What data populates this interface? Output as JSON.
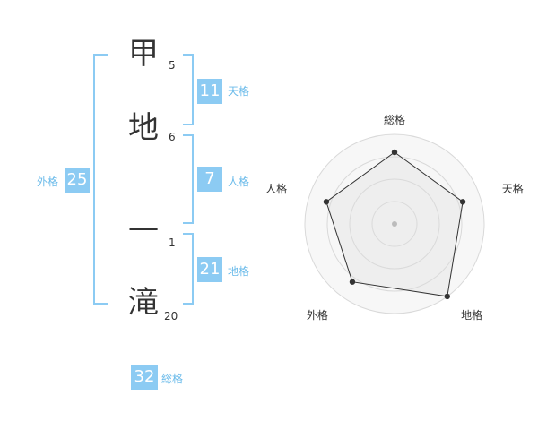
{
  "name_chars": [
    {
      "char": "甲",
      "strokes": "5"
    },
    {
      "char": "地",
      "strokes": "6"
    },
    {
      "char": "一",
      "strokes": "1"
    },
    {
      "char": "滝",
      "strokes": "20"
    }
  ],
  "fortunes": {
    "tenkaku": {
      "value": "11",
      "label": "天格"
    },
    "jinkaku": {
      "value": "7",
      "label": "人格"
    },
    "chikaku": {
      "value": "21",
      "label": "地格"
    },
    "gaikaku": {
      "value": "25",
      "label": "外格"
    },
    "soukaku": {
      "value": "32",
      "label": "総格"
    }
  },
  "colors": {
    "accent": "#8ccbf3",
    "accent_text": "#6bbbea",
    "text": "#333333"
  },
  "chart_data": {
    "type": "radar",
    "axes": [
      "総格",
      "天格",
      "地格",
      "外格",
      "人格"
    ],
    "values": [
      4,
      4,
      5,
      4,
      4
    ],
    "rmax": 5,
    "rings": 4
  }
}
